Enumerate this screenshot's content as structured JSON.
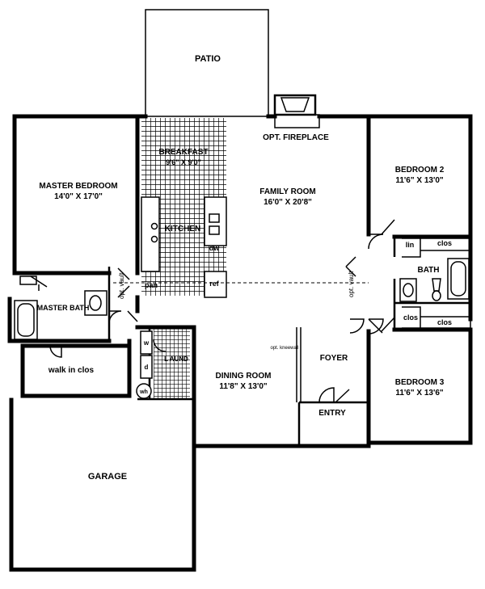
{
  "rooms": {
    "patio": "PATIO",
    "fireplace": "OPT. FIREPLACE",
    "breakfast": "BREAKFAST",
    "breakfast_dim": "9'6\" X 9'0\"",
    "master_bedroom": "MASTER BEDROOM",
    "master_bedroom_dim": "14'0\" X 17'0\"",
    "family_room": "FAMILY ROOM",
    "family_room_dim": "16'0\" X 20'8\"",
    "bedroom2": "BEDROOM 2",
    "bedroom2_dim": "11'6\" X 13'0\"",
    "kitchen": "KITCHEN",
    "dw": "dw",
    "ref": "ref",
    "pan": "pan",
    "lin": "lin",
    "clos_a": "clos",
    "bath": "BATH",
    "clos_b": "clos",
    "clos_c": "clos",
    "master_bath": "MASTER BATH",
    "opt_vault_left": "opt. vault",
    "opt_vault_right": "opt. vault",
    "walk_in_clos": "walk in clos",
    "laundry": "L AUND",
    "w": "w",
    "d": "d",
    "wh": "wh",
    "opt_kneewall": "opt. kneewall",
    "foyer": "FOYER",
    "dining_room": "DINING ROOM",
    "dining_room_dim": "11'8\" X 13'0\"",
    "bedroom3": "BEDROOM 3",
    "bedroom3_dim": "11'6\" X 13'6\"",
    "entry": "ENTRY",
    "garage": "GARAGE"
  }
}
